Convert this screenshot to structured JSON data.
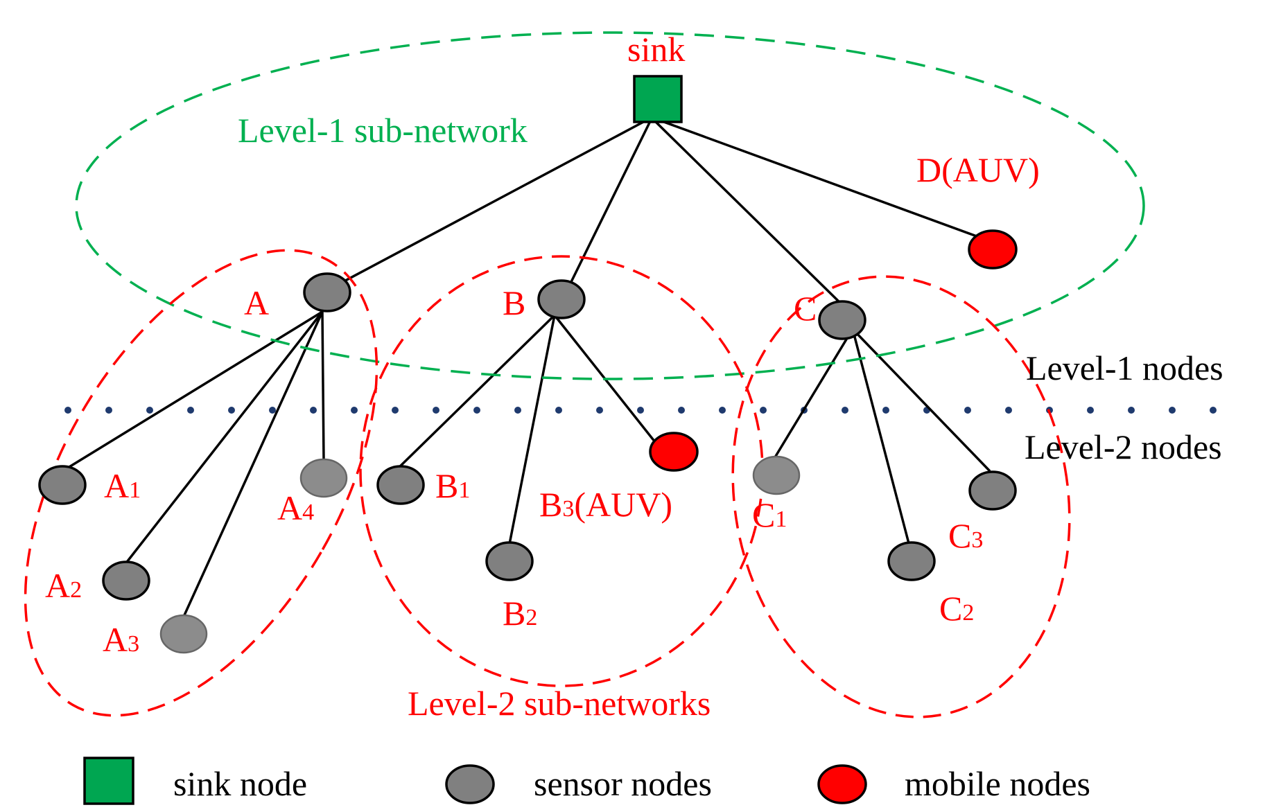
{
  "nodes": {
    "sink": "sink",
    "D": "D(AUV)",
    "A": "A",
    "B": "B",
    "C": "C",
    "A1": {
      "base": "A",
      "sub": "1"
    },
    "A2": {
      "base": "A",
      "sub": "2"
    },
    "A3": {
      "base": "A",
      "sub": "3"
    },
    "A4": {
      "base": "A",
      "sub": "4"
    },
    "B1": {
      "base": "B",
      "sub": "1"
    },
    "B2": {
      "base": "B",
      "sub": "2"
    },
    "B3": {
      "base": "B",
      "sub": "3",
      "suffix": "(AUV)"
    },
    "C1": {
      "base": "C",
      "sub": "1"
    },
    "C2": {
      "base": "C",
      "sub": "2"
    },
    "C3": {
      "base": "C",
      "sub": "3"
    }
  },
  "regions": {
    "level1_subnetwork": "Level-1 sub-network",
    "level2_subnetworks": "Level-2 sub-networks"
  },
  "levels": {
    "level1_nodes": "Level-1 nodes",
    "level2_nodes": "Level-2 nodes"
  },
  "legend": {
    "sink": "sink node",
    "sensor": "sensor nodes",
    "mobile": "mobile nodes"
  },
  "colors": {
    "sink": "#00a651",
    "sensor": "#808080",
    "mobile": "#ff0000",
    "level1_region": "#00b050",
    "level2_region": "#ff0000"
  }
}
